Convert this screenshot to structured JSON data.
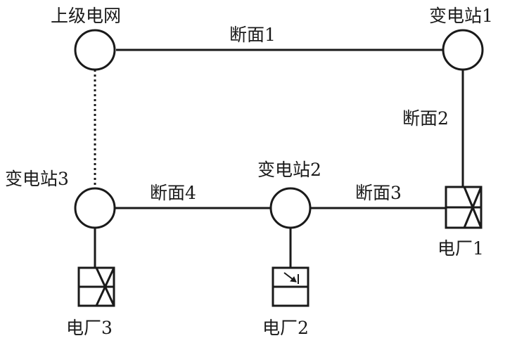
{
  "nodes": {
    "grid": "上级电网",
    "sub1": "变电站1",
    "sub2": "变电站2",
    "sub3": "变电站3"
  },
  "plants": {
    "p1": "电厂1",
    "p2": "电厂2",
    "p3": "电厂3"
  },
  "sections": {
    "s1": "断面1",
    "s2": "断面2",
    "s3": "断面3",
    "s4": "断面4"
  },
  "colors": {
    "stroke": "#1a1a1a",
    "background": "#ffffff"
  }
}
